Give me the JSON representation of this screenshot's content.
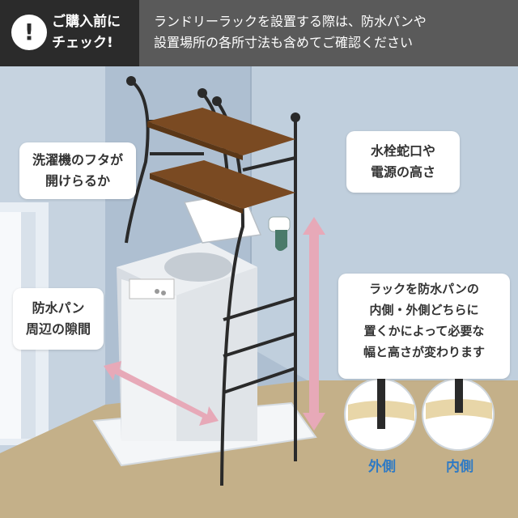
{
  "header": {
    "badge_icon": "exclamation-icon",
    "badge_line1": "ご購入前に",
    "badge_line2": "チェック!",
    "message_line1": "ランドリーラックを設置する際は、防水パンや",
    "message_line2": "設置場所の各所寸法も含めてご確認ください"
  },
  "callouts": {
    "lid_line1": "洗濯機のフタが",
    "lid_line2": "開けらるか",
    "faucet_line1": "水栓蛇口や",
    "faucet_line2": "電源の高さ",
    "pan_line1": "防水パン",
    "pan_line2": "周辺の隙間",
    "info_line1": "ラックを防水パンの",
    "info_line2": "内側・外側どちらに",
    "info_line3": "置くかによって必要な",
    "info_line4": "幅と高さが変わります"
  },
  "labels": {
    "outside": "外側",
    "inside": "内側"
  },
  "colors": {
    "header_dark": "#2b2b2b",
    "header_gray": "#5a5a5a",
    "accent_blue": "#2f7ac4",
    "arrow_pink": "#e7a9b8",
    "wall": "#aebfd1",
    "floor": "#c4b089",
    "shelf_wood": "#7a4a22"
  }
}
